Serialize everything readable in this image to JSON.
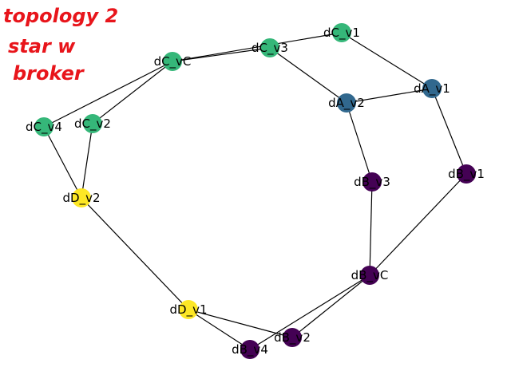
{
  "annotation": {
    "lines": [
      "topology 2",
      "star w",
      "broker"
    ],
    "color": "#e8151b"
  },
  "palette": {
    "green": "#35b779",
    "blue": "#31688e",
    "purple": "#440154",
    "yellow": "#fde725"
  },
  "nodes": [
    {
      "id": "dC_v1",
      "label": "dC_v1",
      "color": "green"
    },
    {
      "id": "dC_v3",
      "label": "dC_v3",
      "color": "green"
    },
    {
      "id": "dC_vC",
      "label": "dC_vC",
      "color": "green"
    },
    {
      "id": "dC_v4",
      "label": "dC_v4",
      "color": "green"
    },
    {
      "id": "dC_v2",
      "label": "dC_v2",
      "color": "green"
    },
    {
      "id": "dA_v1",
      "label": "dA_v1",
      "color": "blue"
    },
    {
      "id": "dA_v2",
      "label": "dA_v2",
      "color": "blue"
    },
    {
      "id": "dB_v1",
      "label": "dB_v1",
      "color": "purple"
    },
    {
      "id": "dB_v3",
      "label": "dB_v3",
      "color": "purple"
    },
    {
      "id": "dB_vC",
      "label": "dB_vC",
      "color": "purple"
    },
    {
      "id": "dB_v2",
      "label": "dB_v2",
      "color": "purple"
    },
    {
      "id": "dB_v4",
      "label": "dB_v4",
      "color": "purple"
    },
    {
      "id": "dD_v2",
      "label": "dD_v2",
      "color": "yellow"
    },
    {
      "id": "dD_v1",
      "label": "dD_v1",
      "color": "yellow"
    }
  ],
  "edges": [
    [
      "dC_v1",
      "dC_vC"
    ],
    [
      "dC_v3",
      "dC_vC"
    ],
    [
      "dC_v1",
      "dA_v1"
    ],
    [
      "dC_v3",
      "dA_v2"
    ],
    [
      "dA_v2",
      "dA_v1"
    ],
    [
      "dA_v1",
      "dB_v1"
    ],
    [
      "dA_v2",
      "dB_v3"
    ],
    [
      "dB_v3",
      "dB_vC"
    ],
    [
      "dB_v1",
      "dB_vC"
    ],
    [
      "dB_vC",
      "dB_v2"
    ],
    [
      "dB_vC",
      "dB_v4"
    ],
    [
      "dD_v1",
      "dB_v2"
    ],
    [
      "dD_v1",
      "dB_v4"
    ],
    [
      "dD_v2",
      "dD_v1"
    ],
    [
      "dC_v4",
      "dD_v2"
    ],
    [
      "dC_v2",
      "dD_v2"
    ],
    [
      "dC_vC",
      "dC_v4"
    ],
    [
      "dC_vC",
      "dC_v2"
    ]
  ]
}
